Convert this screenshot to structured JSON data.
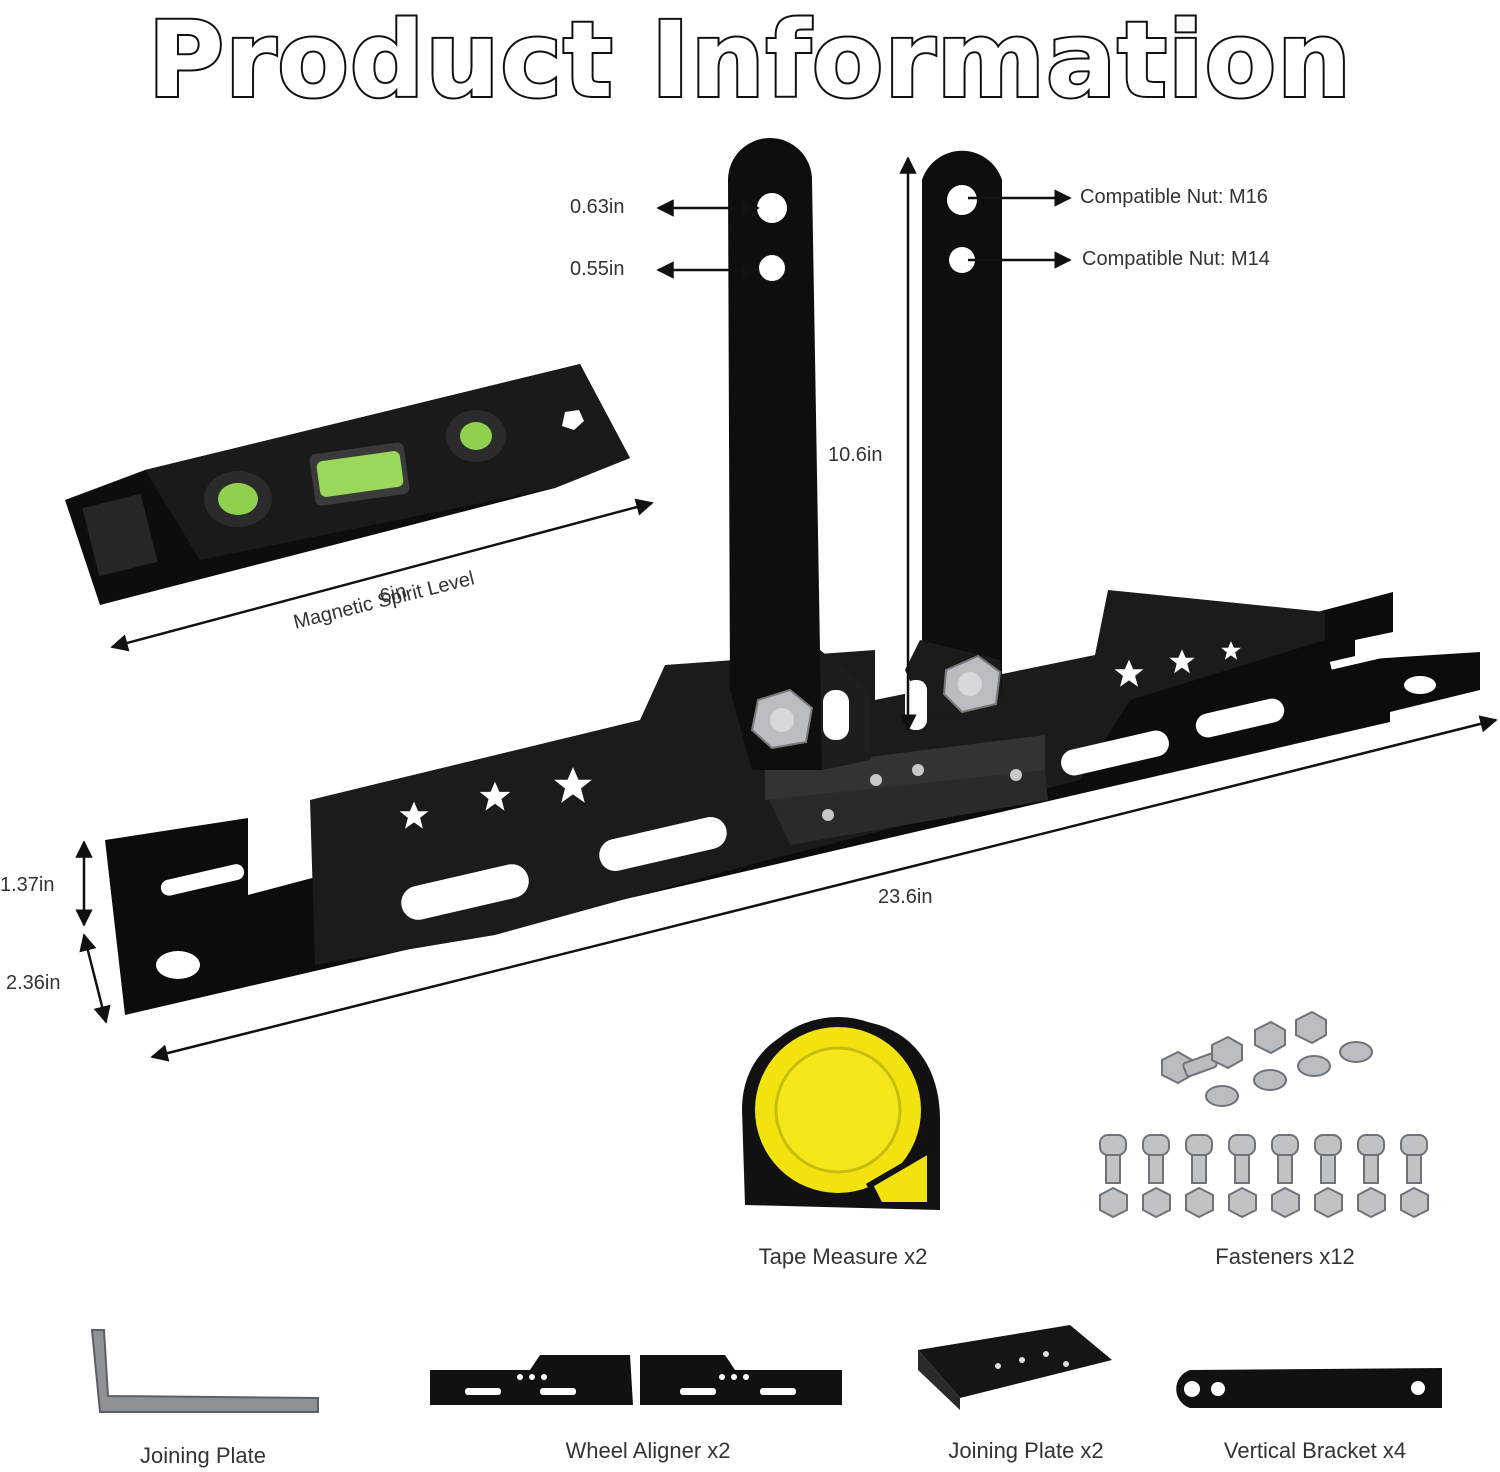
{
  "title": "Product Information",
  "dimensions": {
    "hole_large": "0.63in",
    "hole_small": "0.55in",
    "nut_large": "Compatible Nut: M16",
    "nut_small": "Compatible Nut: M14",
    "bracket_height": "10.6in",
    "level_length": "6in",
    "level_name": "Magnetic Spirit Level",
    "rail_height": "1.37in",
    "rail_depth": "2.36in",
    "rail_length": "23.6in"
  },
  "items": {
    "tape_measure": "Tape Measure x2",
    "fasteners": "Fasteners x12",
    "hex_key": "Joining Plate",
    "wheel_aligner": "Wheel Aligner x2",
    "joining_plate": "Joining Plate x2",
    "vertical_bracket": "Vertical Bracket x4"
  },
  "colors": {
    "metal": "#111111",
    "level_vial": "#8fd14f",
    "tape_yellow": "#f2e30f",
    "steel": "#b9bcc0"
  },
  "icons": [
    "star-icon",
    "bolt-icon",
    "hex-key-icon",
    "tape-measure-icon",
    "spirit-level-icon"
  ]
}
